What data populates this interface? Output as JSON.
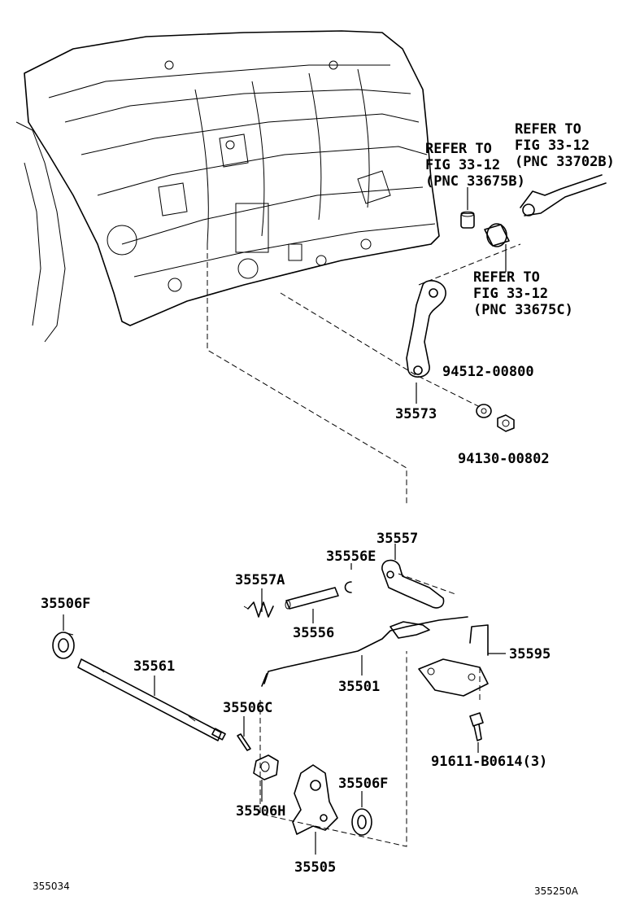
{
  "refs": {
    "ref_33702b": [
      "REFER TO",
      "FIG 33-12",
      "(PNC 33702B)"
    ],
    "ref_33675b": [
      "REFER TO",
      "FIG 33-12",
      "(PNC 33675B)"
    ],
    "ref_33675c": [
      "REFER TO",
      "FIG 33-12",
      "(PNC 33675C)"
    ]
  },
  "parts": {
    "p94512": "94512-00800",
    "p35573": "35573",
    "p94130": "94130-00802",
    "p35557": "35557",
    "p35556E": "35556E",
    "p35557A": "35557A",
    "p35556": "35556",
    "p35506F_left": "35506F",
    "p35561": "35561",
    "p35595": "35595",
    "p35501": "35501",
    "p35506C": "35506C",
    "p91611": "91611-B0614(3)",
    "p35506F_right": "35506F",
    "p35506H": "35506H",
    "p35505": "35505"
  },
  "footer": {
    "left_code": "355034",
    "right_code": "355250A"
  }
}
